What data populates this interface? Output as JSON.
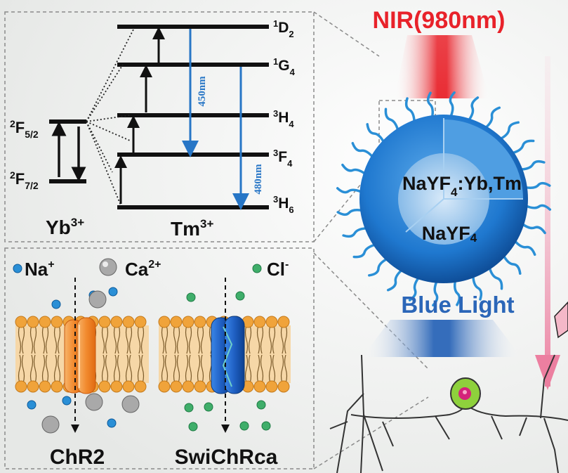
{
  "colors": {
    "nir_red": "#e8222a",
    "blue_light": "#2b66b8",
    "arrow_blue": "#2776c6",
    "membrane_orange": "#f0a33a",
    "na_ion": "#2a8fd6",
    "ca_ion": "#9a9a9a",
    "cl_ion": "#3fae6a",
    "chr2_channel": "#f28a2e",
    "swichrca_channel": "#1f5fc2",
    "nucleus_green": "#8ed13c",
    "nucleus_pink": "#d4237a"
  },
  "energy_diagram": {
    "yb_levels": {
      "upper": {
        "main": "F",
        "sup": "2",
        "sub": "5/2"
      },
      "lower": {
        "main": "F",
        "sub": "7/2",
        "sup": "2"
      }
    },
    "tm_levels": [
      {
        "sup": "1",
        "main": "D",
        "sub": "2"
      },
      {
        "sup": "1",
        "main": "G",
        "sub": "4"
      },
      {
        "sup": "3",
        "main": "H",
        "sub": "4"
      },
      {
        "sup": "3",
        "main": "F",
        "sub": "4"
      },
      {
        "sup": "3",
        "main": "H",
        "sub": "6"
      }
    ],
    "emission_labels": [
      "450nm",
      "480nm"
    ],
    "yb_ion": {
      "base": "Yb",
      "charge": "3+"
    },
    "tm_ion": {
      "base": "Tm",
      "charge": "3+"
    }
  },
  "ions": {
    "na": {
      "base": "Na",
      "charge": "+"
    },
    "ca": {
      "base": "Ca",
      "charge": "2+"
    },
    "cl": {
      "base": "Cl",
      "charge": "-"
    }
  },
  "channels": {
    "left_name": "ChR2",
    "right_name": "SwiChRca"
  },
  "nanoparticle": {
    "core_label": {
      "prefix": "NaYF",
      "sub": "4",
      "suffix": ":Yb,Tm"
    },
    "shell_label": {
      "prefix": "NaYF",
      "sub": "4"
    }
  },
  "excitation_label": "NIR(980nm)",
  "emission_label": "Blue Light"
}
